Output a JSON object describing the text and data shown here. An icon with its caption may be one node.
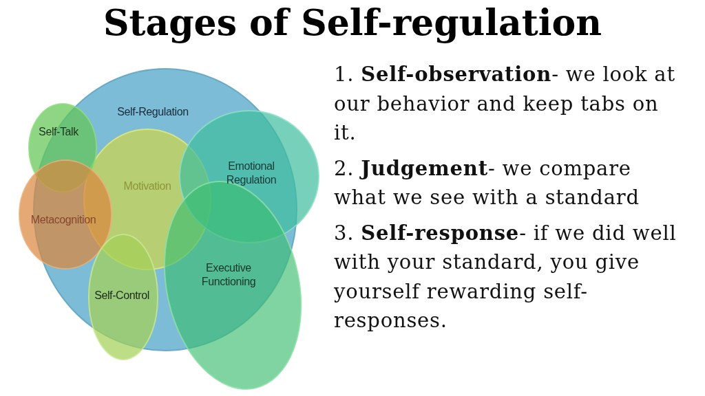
{
  "diagram": {
    "title": "Stages of Self-regulation",
    "nodes": [
      {
        "text": [
          "Self-Regulation"
        ]
      },
      {
        "text": [
          "Self-Talk"
        ]
      },
      {
        "text": [
          "Emotional Regulation"
        ]
      },
      {
        "text": [
          "Motivation"
        ],
        "in": 0
      },
      {
        "text": [
          "Metacognition"
        ]
      },
      {
        "text": [
          "Executive Functioning"
        ]
      },
      {
        "text": [
          "Self-Control"
        ]
      }
    ],
    "labels": [
      "1. **Self-observation**- we look at our behavior and keep tabs on it.",
      "2. **Judgement**- we compare what we see with a standard",
      "3. **Self-response**- if we did well with your standard, you give yourself rewarding self-responses."
    ]
  }
}
